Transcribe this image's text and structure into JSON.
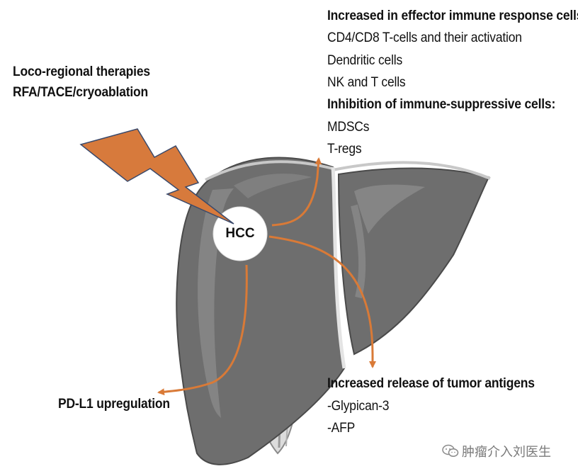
{
  "colors": {
    "liver": "#6e6e6e",
    "liver_dark": "#545454",
    "liver_highlight": "#9a9a9a",
    "arrow": "#d97a37",
    "bolt_fill": "#d77a3c",
    "bolt_stroke": "#3b4a6b"
  },
  "therapy": {
    "line1": "Loco-regional therapies",
    "line2": "RFA/TACE/cryoablation"
  },
  "center": {
    "label": "HCC"
  },
  "effects": {
    "immune_heading": "Increased in effector immune response cells:",
    "immune_items": [
      "CD4/CD8 T-cells and their activation",
      "Dendritic cells",
      "NK and T cells"
    ],
    "suppress_heading": "Inhibition of immune-suppressive cells:",
    "suppress_items": [
      "MDSCs",
      "T-regs"
    ],
    "antigen_heading": "Increased release of tumor antigens",
    "antigen_items": [
      "-Glypican-3",
      "-AFP"
    ],
    "pdl1": "PD-L1 upregulation"
  },
  "watermark": {
    "text": "肿瘤介入刘医生",
    "icon": "wechat-icon"
  }
}
